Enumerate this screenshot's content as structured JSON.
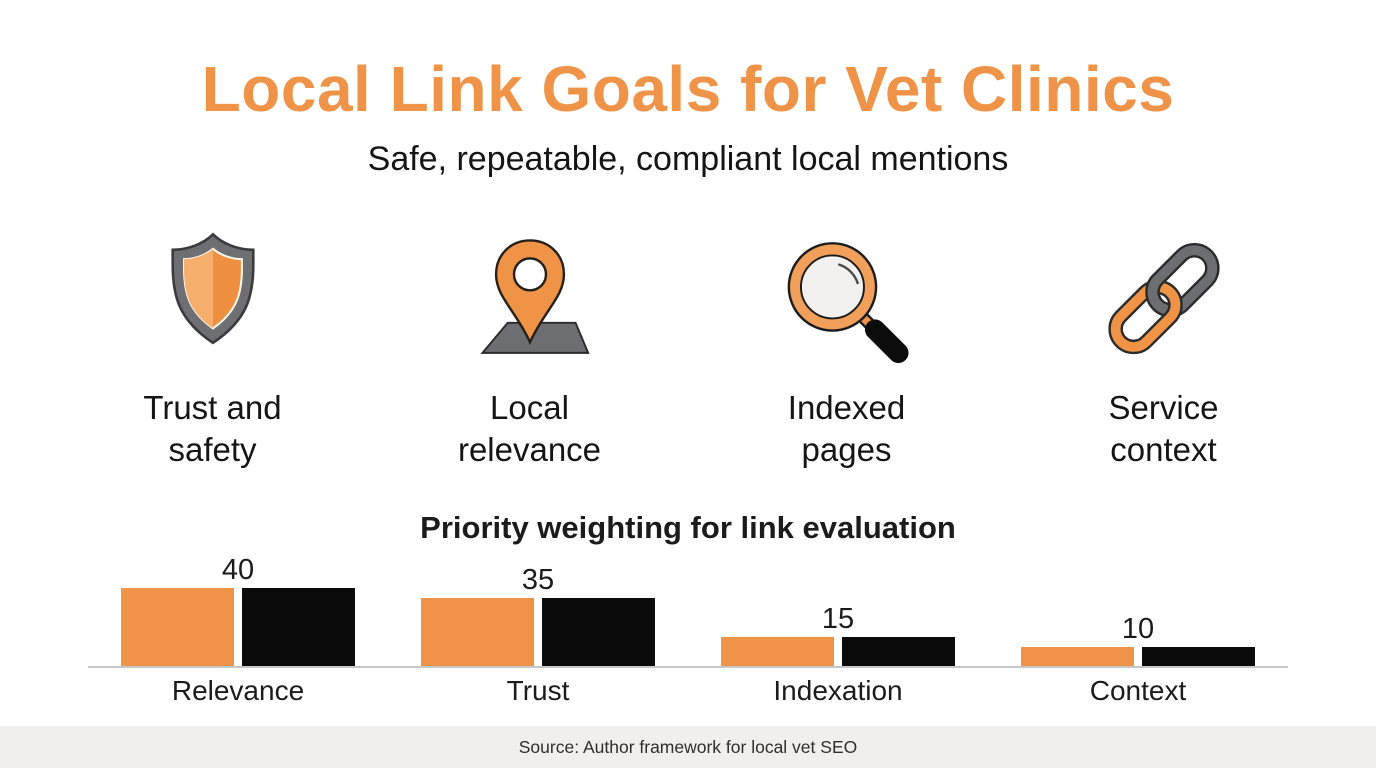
{
  "header": {
    "title": "Local Link Goals for Vet Clinics",
    "subtitle": "Safe, repeatable, compliant local mentions"
  },
  "features": [
    {
      "icon": "shield-icon",
      "label": "Trust and safety"
    },
    {
      "icon": "map-pin-icon",
      "label": "Local relevance"
    },
    {
      "icon": "magnifier-icon",
      "label": "Indexed pages"
    },
    {
      "icon": "chain-link-icon",
      "label": "Service context"
    }
  ],
  "chart_data": {
    "type": "bar",
    "title": "Priority weighting for link evaluation",
    "categories": [
      "Relevance",
      "Trust",
      "Indexation",
      "Context"
    ],
    "series": [
      {
        "name": "weight-orange",
        "color": "#EE9347",
        "values": [
          40,
          35,
          15,
          10
        ]
      },
      {
        "name": "weight-black",
        "color": "#0B0B0B",
        "values": [
          40,
          35,
          15,
          10
        ]
      }
    ],
    "value_labels": [
      "40",
      "35",
      "15",
      "10"
    ],
    "xlabel": "",
    "ylabel": "",
    "ylim": [
      0,
      45
    ],
    "grid": false,
    "legend": "none"
  },
  "footer": {
    "source": "Source: Author framework for local vet SEO"
  },
  "colors": {
    "accent_orange": "#EE9347",
    "light_orange": "#F6AE6C",
    "icon_gray": "#6E6F72",
    "bar_black": "#0B0B0B",
    "footer_bg": "#F0EFEE",
    "axis_line": "#C7C7C7",
    "text_dark": "#1B1B1B"
  }
}
